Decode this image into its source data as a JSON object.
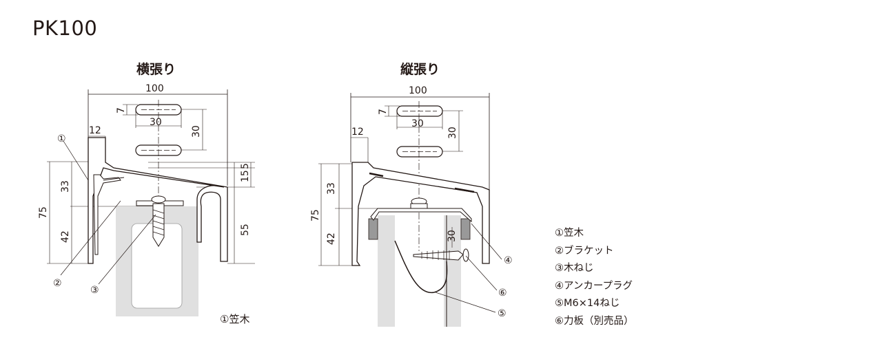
{
  "title": "PK100",
  "views": {
    "horizontal": {
      "title": "横張り",
      "dims": {
        "width": "100",
        "hole_h": "7",
        "hole_w": "30",
        "hole_pitch": "30",
        "lip": "12",
        "top": "33",
        "total": "75",
        "bottom": "42",
        "d15": "15",
        "d5": "5",
        "d55": "55"
      },
      "callouts": [
        "①",
        "②",
        "③"
      ],
      "sub_label": "①笠木"
    },
    "vertical": {
      "title": "縦張り",
      "dims": {
        "width": "100",
        "hole_h": "7",
        "hole_w": "30",
        "hole_pitch": "30",
        "lip": "12",
        "top": "33",
        "total": "75",
        "bottom": "42",
        "d30": "30"
      },
      "callouts": [
        "④",
        "⑥",
        "⑤"
      ]
    }
  },
  "legend": [
    "①笠木",
    "②ブラケット",
    "③木ねじ",
    "④アンカープラグ",
    "⑤M6×14ねじ",
    "⑥力板（別売品）"
  ],
  "colors": {
    "line": "#231815",
    "fill": "#e0e0e0"
  }
}
